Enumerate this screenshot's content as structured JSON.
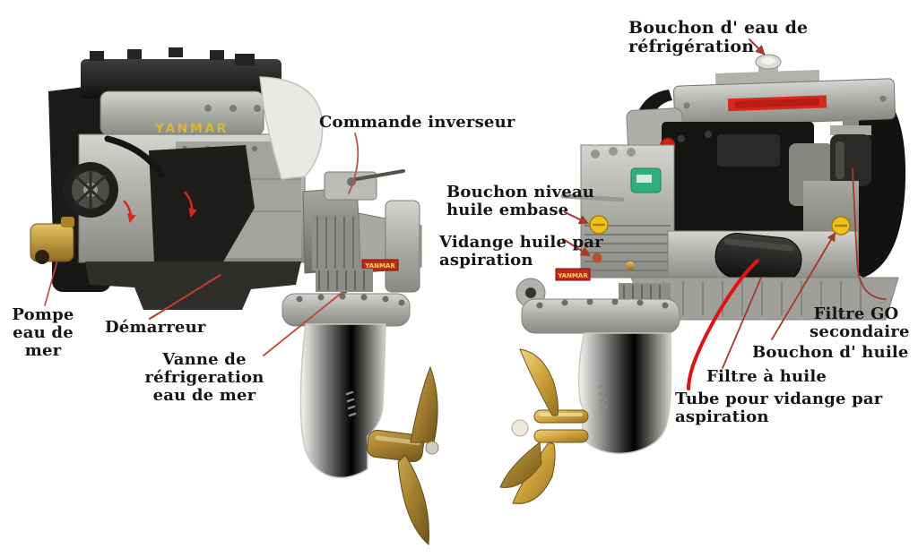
{
  "figure": {
    "brand": "YANMAR",
    "labels": {
      "bouchon_eau_refrigeration": "Bouchon d' eau de réfrigération",
      "commande_inverseur": "Commande inverseur",
      "bouchon_niveau_huile_embase": "Bouchon niveau\nhuile embase",
      "vidange_huile_par_aspiration": "Vidange huile par\naspiration",
      "pompe_eau_de_mer": "Pompe\neau de mer",
      "demarreur": "Démarreur",
      "vanne_refrigeration_eau_de_mer": "Vanne de réfrigeration\neau de mer",
      "filtre_go_secondaire": "Filtre  GO\nsecondaire",
      "bouchon_huile": "Bouchon d' huile",
      "filtre_a_huile": "Filtre à huile",
      "tube_vidange_aspiration": "Tube pour vidange par\naspiration"
    },
    "colors": {
      "background": "#ffffff",
      "label_text": "#151515",
      "leader_line": "#a5392e",
      "leader_line_bright": "#e21212",
      "brand_yellow": "#d8b734",
      "valve_cover_stripe_red": "#d8281e",
      "brass": "#c89a3c",
      "propeller_gold": "#b28c3a",
      "saildrive_white": "#efefec",
      "green_component": "#2fae7e",
      "oil_cap_yellow": "#f0c11c"
    }
  }
}
